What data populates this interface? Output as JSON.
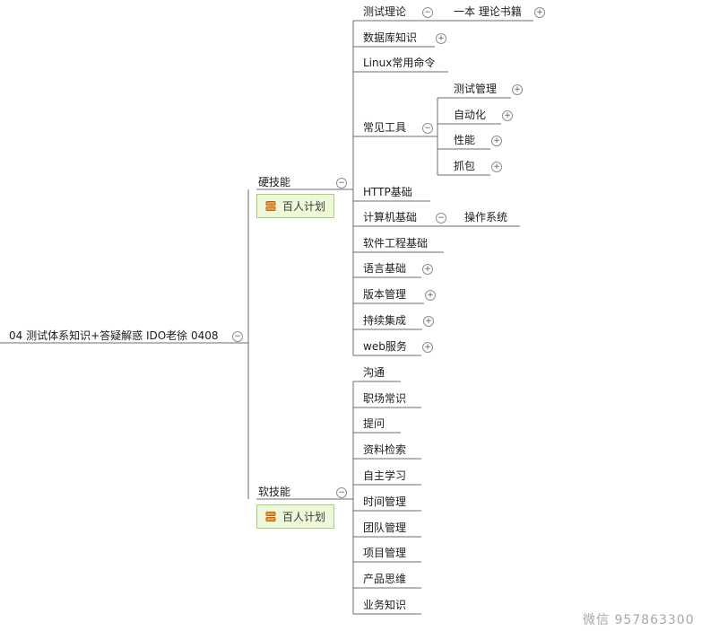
{
  "root": {
    "label": "04 测试体系知识+答疑解惑 IDO老徐 0408",
    "toggle": "−"
  },
  "hard": {
    "label": "硬技能",
    "toggle": "−",
    "tag": "百人计划",
    "children": [
      {
        "label": "测试理论",
        "toggle": "−",
        "children": [
          {
            "label": "一本 理论书籍",
            "toggle": "+"
          }
        ]
      },
      {
        "label": "数据库知识",
        "toggle": "+"
      },
      {
        "label": "Linux常用命令"
      },
      {
        "label": "常见工具",
        "toggle": "−",
        "children": [
          {
            "label": "测试管理",
            "toggle": "+"
          },
          {
            "label": "自动化",
            "toggle": "+"
          },
          {
            "label": "性能",
            "toggle": "+"
          },
          {
            "label": "抓包",
            "toggle": "+"
          }
        ]
      },
      {
        "label": "HTTP基础"
      },
      {
        "label": "计算机基础",
        "toggle": "−",
        "children": [
          {
            "label": "操作系统"
          }
        ]
      },
      {
        "label": "软件工程基础"
      },
      {
        "label": "语言基础",
        "toggle": "+"
      },
      {
        "label": "版本管理",
        "toggle": "+"
      },
      {
        "label": "持续集成",
        "toggle": "+"
      },
      {
        "label": "web服务",
        "toggle": "+"
      }
    ]
  },
  "soft": {
    "label": "软技能",
    "toggle": "−",
    "tag": "百人计划",
    "children": [
      {
        "label": "沟通"
      },
      {
        "label": "职场常识"
      },
      {
        "label": "提问"
      },
      {
        "label": "资料检索"
      },
      {
        "label": "自主学习"
      },
      {
        "label": "时间管理"
      },
      {
        "label": "团队管理"
      },
      {
        "label": "项目管理"
      },
      {
        "label": "产品思维"
      },
      {
        "label": "业务知识"
      }
    ]
  },
  "watermark": "微信 957863300",
  "colors": {
    "line": "#6e6e6e",
    "tag_bg": "#ecf8d7",
    "tag_border": "#a8cd7d",
    "tag_icon": "#ef9a34",
    "watermark": "#a8a8a8"
  }
}
